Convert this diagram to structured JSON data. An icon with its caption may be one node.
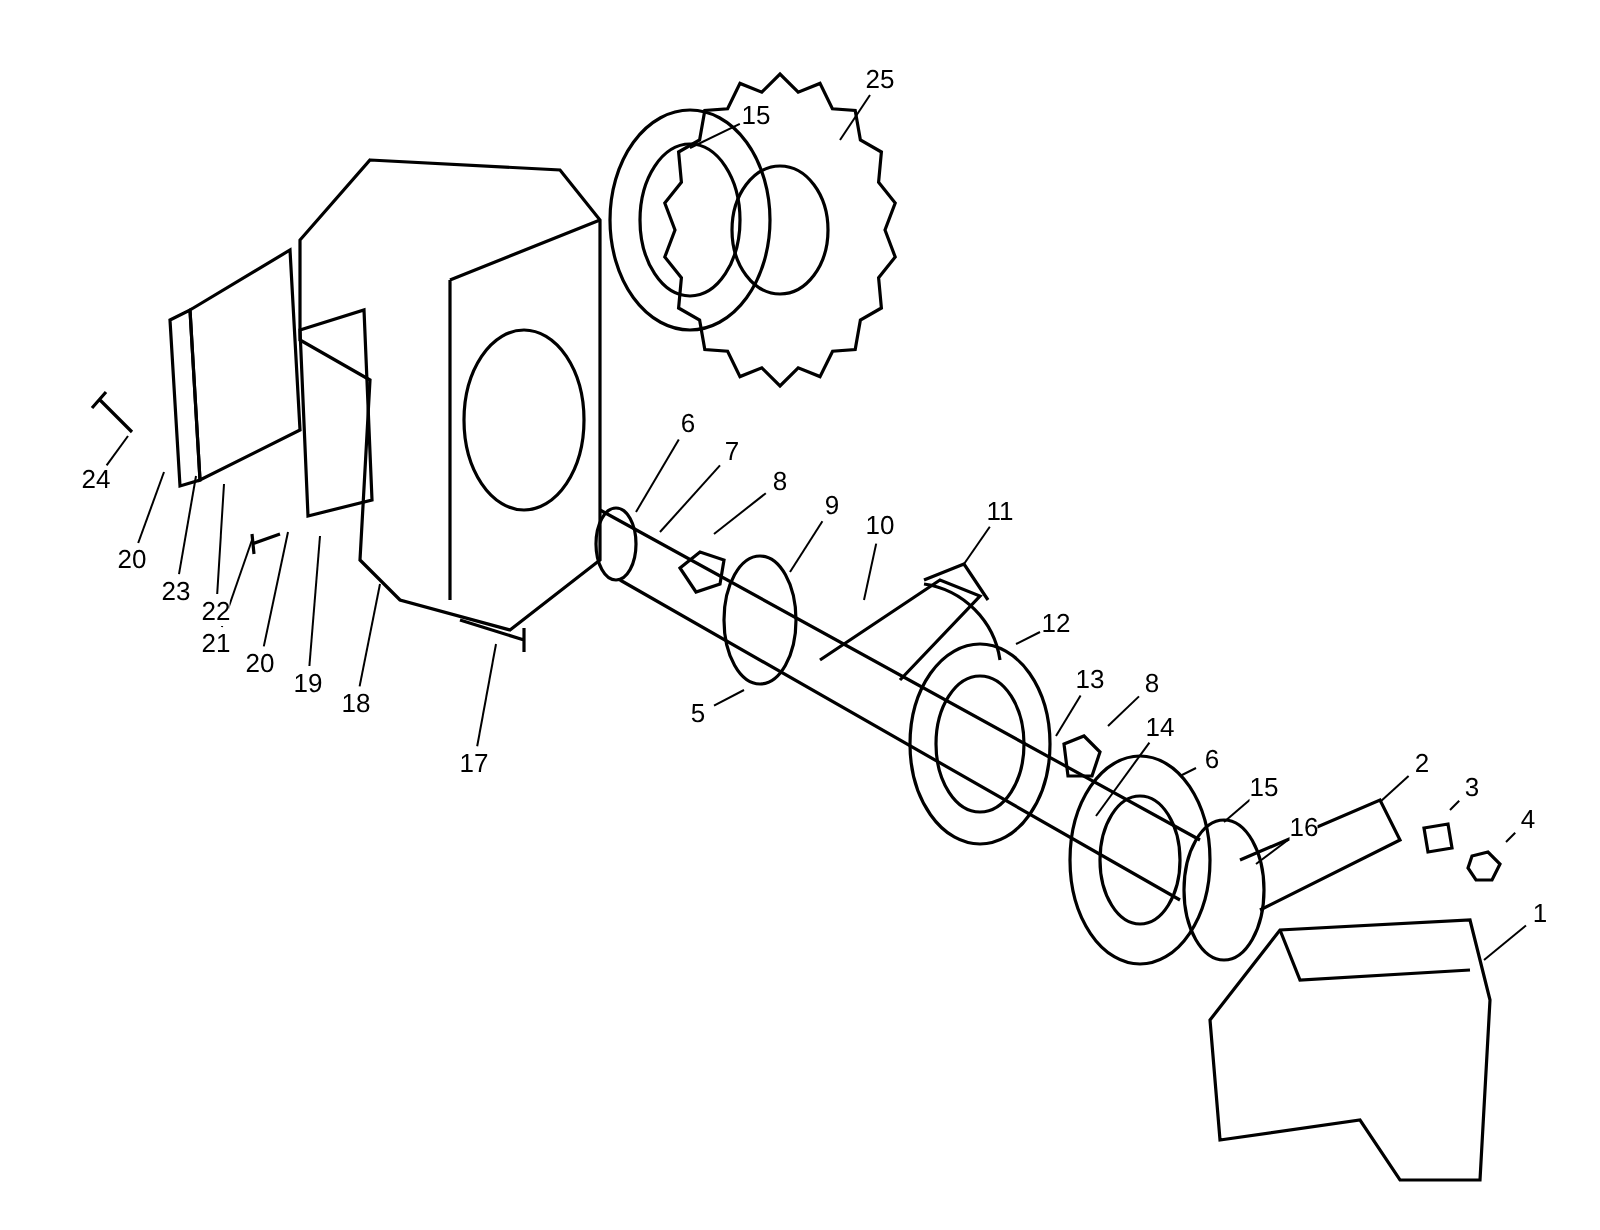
{
  "diagram": {
    "nodes": [
      {
        "text": [
          "15"
        ]
      },
      {
        "text": [
          "25"
        ]
      },
      {
        "text": [
          "24"
        ]
      },
      {
        "text": [
          "20"
        ]
      },
      {
        "text": [
          "23"
        ]
      },
      {
        "text": [
          "22"
        ]
      },
      {
        "text": [
          "21"
        ]
      },
      {
        "text": [
          "20"
        ]
      },
      {
        "text": [
          "19"
        ]
      },
      {
        "text": [
          "18"
        ]
      },
      {
        "text": [
          "17"
        ]
      },
      {
        "text": [
          "6"
        ]
      },
      {
        "text": [
          "7"
        ]
      },
      {
        "text": [
          "8"
        ]
      },
      {
        "text": [
          "9"
        ]
      },
      {
        "text": [
          "10"
        ]
      },
      {
        "text": [
          "11"
        ]
      },
      {
        "text": [
          "5"
        ]
      },
      {
        "text": [
          "12"
        ]
      },
      {
        "text": [
          "13"
        ]
      },
      {
        "text": [
          "8"
        ]
      },
      {
        "text": [
          "14"
        ]
      },
      {
        "text": [
          "6"
        ]
      },
      {
        "text": [
          "15"
        ]
      },
      {
        "text": [
          "16"
        ]
      },
      {
        "text": [
          "2"
        ]
      },
      {
        "text": [
          "3"
        ]
      },
      {
        "text": [
          "4"
        ]
      },
      {
        "text": [
          "1"
        ]
      }
    ],
    "edges": [
      {
        "from": 0,
        "to": null,
        "arrow": "none"
      },
      {
        "from": 1,
        "to": null,
        "arrow": "none"
      },
      {
        "from": 2,
        "to": null,
        "arrow": "none"
      },
      {
        "from": 3,
        "to": null,
        "arrow": "none"
      },
      {
        "from": 4,
        "to": null,
        "arrow": "none"
      },
      {
        "from": 5,
        "to": null,
        "arrow": "none"
      },
      {
        "from": 6,
        "to": null,
        "arrow": "none"
      },
      {
        "from": 7,
        "to": null,
        "arrow": "none"
      },
      {
        "from": 8,
        "to": null,
        "arrow": "none"
      },
      {
        "from": 9,
        "to": null,
        "arrow": "none"
      },
      {
        "from": 10,
        "to": null,
        "arrow": "none"
      },
      {
        "from": 11,
        "to": null,
        "arrow": "none"
      },
      {
        "from": 12,
        "to": null,
        "arrow": "none"
      },
      {
        "from": 13,
        "to": null,
        "arrow": "none"
      },
      {
        "from": 14,
        "to": null,
        "arrow": "none"
      },
      {
        "from": 15,
        "to": null,
        "arrow": "none"
      },
      {
        "from": 16,
        "to": null,
        "arrow": "none"
      },
      {
        "from": 17,
        "to": null,
        "arrow": "none"
      },
      {
        "from": 18,
        "to": null,
        "arrow": "none"
      },
      {
        "from": 19,
        "to": null,
        "arrow": "none"
      },
      {
        "from": 20,
        "to": null,
        "arrow": "none"
      },
      {
        "from": 21,
        "to": null,
        "arrow": "none"
      },
      {
        "from": 22,
        "to": null,
        "arrow": "none"
      },
      {
        "from": 23,
        "to": null,
        "arrow": "none"
      },
      {
        "from": 24,
        "to": null,
        "arrow": "none"
      },
      {
        "from": 25,
        "to": null,
        "arrow": "none"
      },
      {
        "from": 26,
        "to": null,
        "arrow": "none"
      },
      {
        "from": 27,
        "to": null,
        "arrow": "none"
      },
      {
        "from": 28,
        "to": null,
        "arrow": "none"
      }
    ]
  }
}
